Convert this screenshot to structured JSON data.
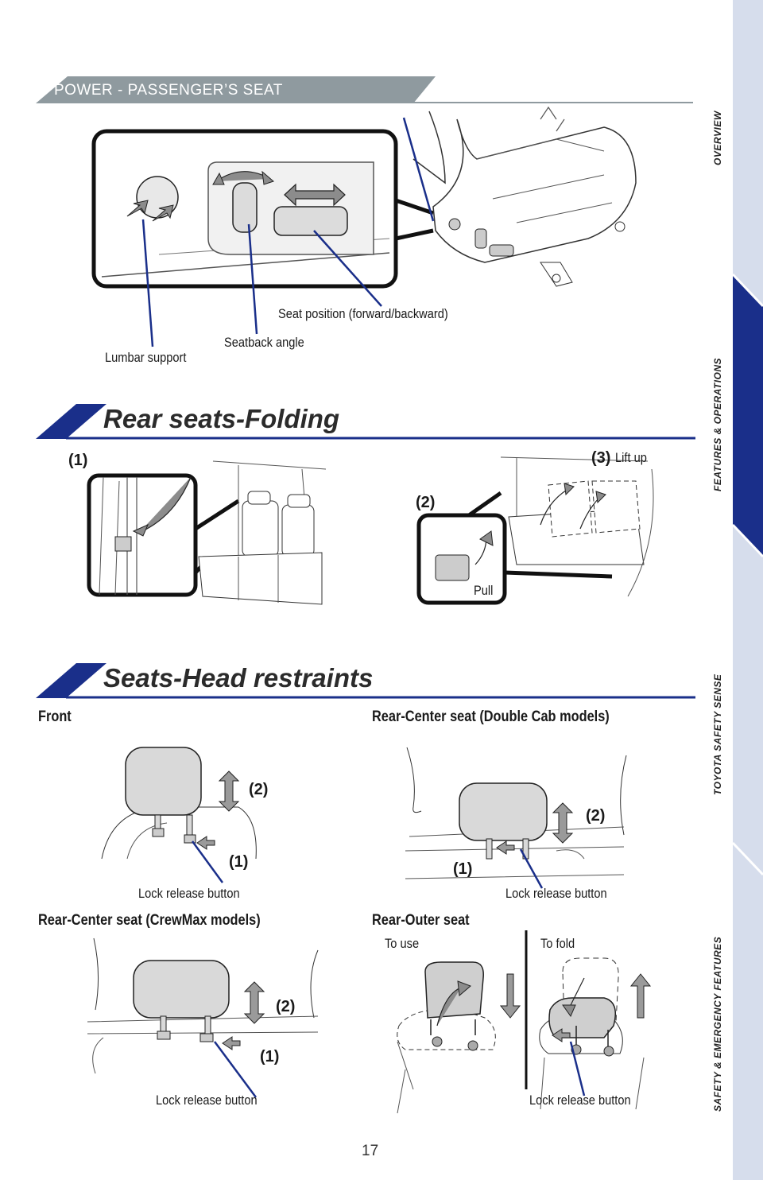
{
  "colors": {
    "accent": "#1a2f8a",
    "header_bar": "#8f9a9f",
    "sidebar": "#d6ddec",
    "sidebar_active": "#1a2f8a"
  },
  "header": {
    "title": "POWER - PASSENGER’S SEAT"
  },
  "power_seat": {
    "labels": {
      "lumbar": "Lumbar support",
      "seatback": "Seatback angle",
      "position": "Seat position (forward/backward)"
    }
  },
  "folding": {
    "title": "Rear seats-Folding",
    "step1": "(1)",
    "step2": "(2)",
    "step3": "(3)",
    "lift_up": "Lift up",
    "pull": "Pull"
  },
  "head_restraints": {
    "title": "Seats-Head restraints",
    "front": {
      "heading": "Front",
      "n1": "(1)",
      "n2": "(2)",
      "lock": "Lock release button"
    },
    "rear_center_double": {
      "heading": "Rear-Center seat (Double Cab models)",
      "n1": "(1)",
      "n2": "(2)",
      "lock": "Lock release button"
    },
    "rear_center_crewmax": {
      "heading": "Rear-Center seat (CrewMax models)",
      "n1": "(1)",
      "n2": "(2)",
      "lock": "Lock release button"
    },
    "rear_outer": {
      "heading": "Rear-Outer seat",
      "to_use": "To use",
      "to_fold": "To fold",
      "lock": "Lock release button"
    }
  },
  "sidebar": {
    "tabs": [
      {
        "label": "OVERVIEW",
        "active": false
      },
      {
        "label": "FEATURES & OPERATIONS",
        "active": true
      },
      {
        "label": "TOYOTA SAFETY SENSE",
        "active": false
      },
      {
        "label": "SAFETY & EMERGENCY FEATURES",
        "active": false
      }
    ]
  },
  "page_number": "17"
}
